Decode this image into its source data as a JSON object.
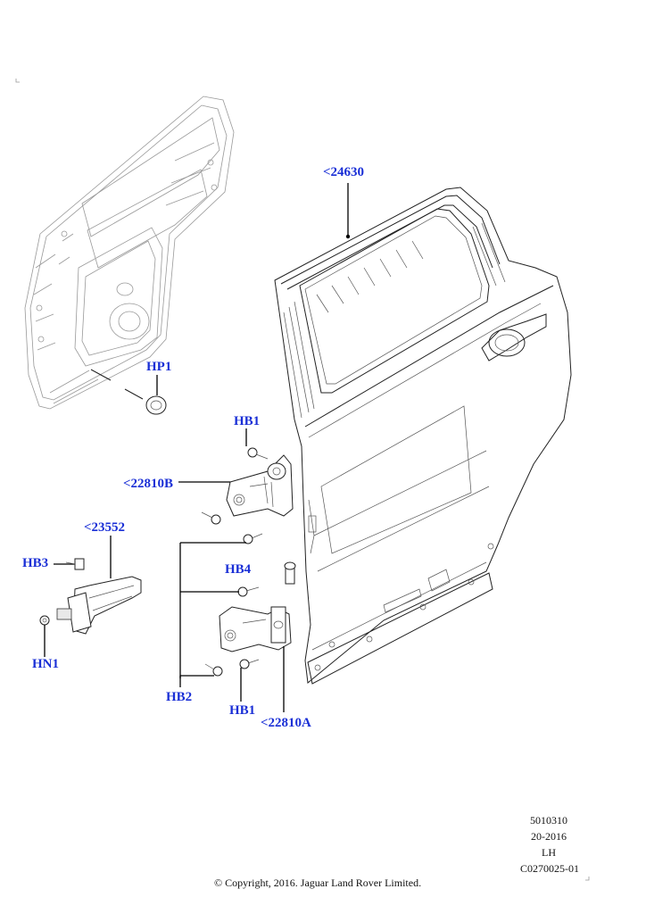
{
  "callouts": {
    "hp1": "HP1",
    "c24630": "<24630",
    "hb1_top": "HB1",
    "c22810b": "<22810B",
    "c23552": "<23552",
    "hb3": "HB3",
    "hb4": "HB4",
    "hn1": "HN1",
    "hb2": "HB2",
    "hb1_bottom": "HB1",
    "c22810a": "<22810A"
  },
  "meta": {
    "ref_number": "5010310",
    "date_code": "20-2016",
    "side": "LH",
    "illustration_code": "C0270025-01",
    "copyright": "© Copyright, 2016. Jaguar Land Rover Limited."
  },
  "colors": {
    "callout_text": "#1a2fd6",
    "line_art": "#222222"
  }
}
